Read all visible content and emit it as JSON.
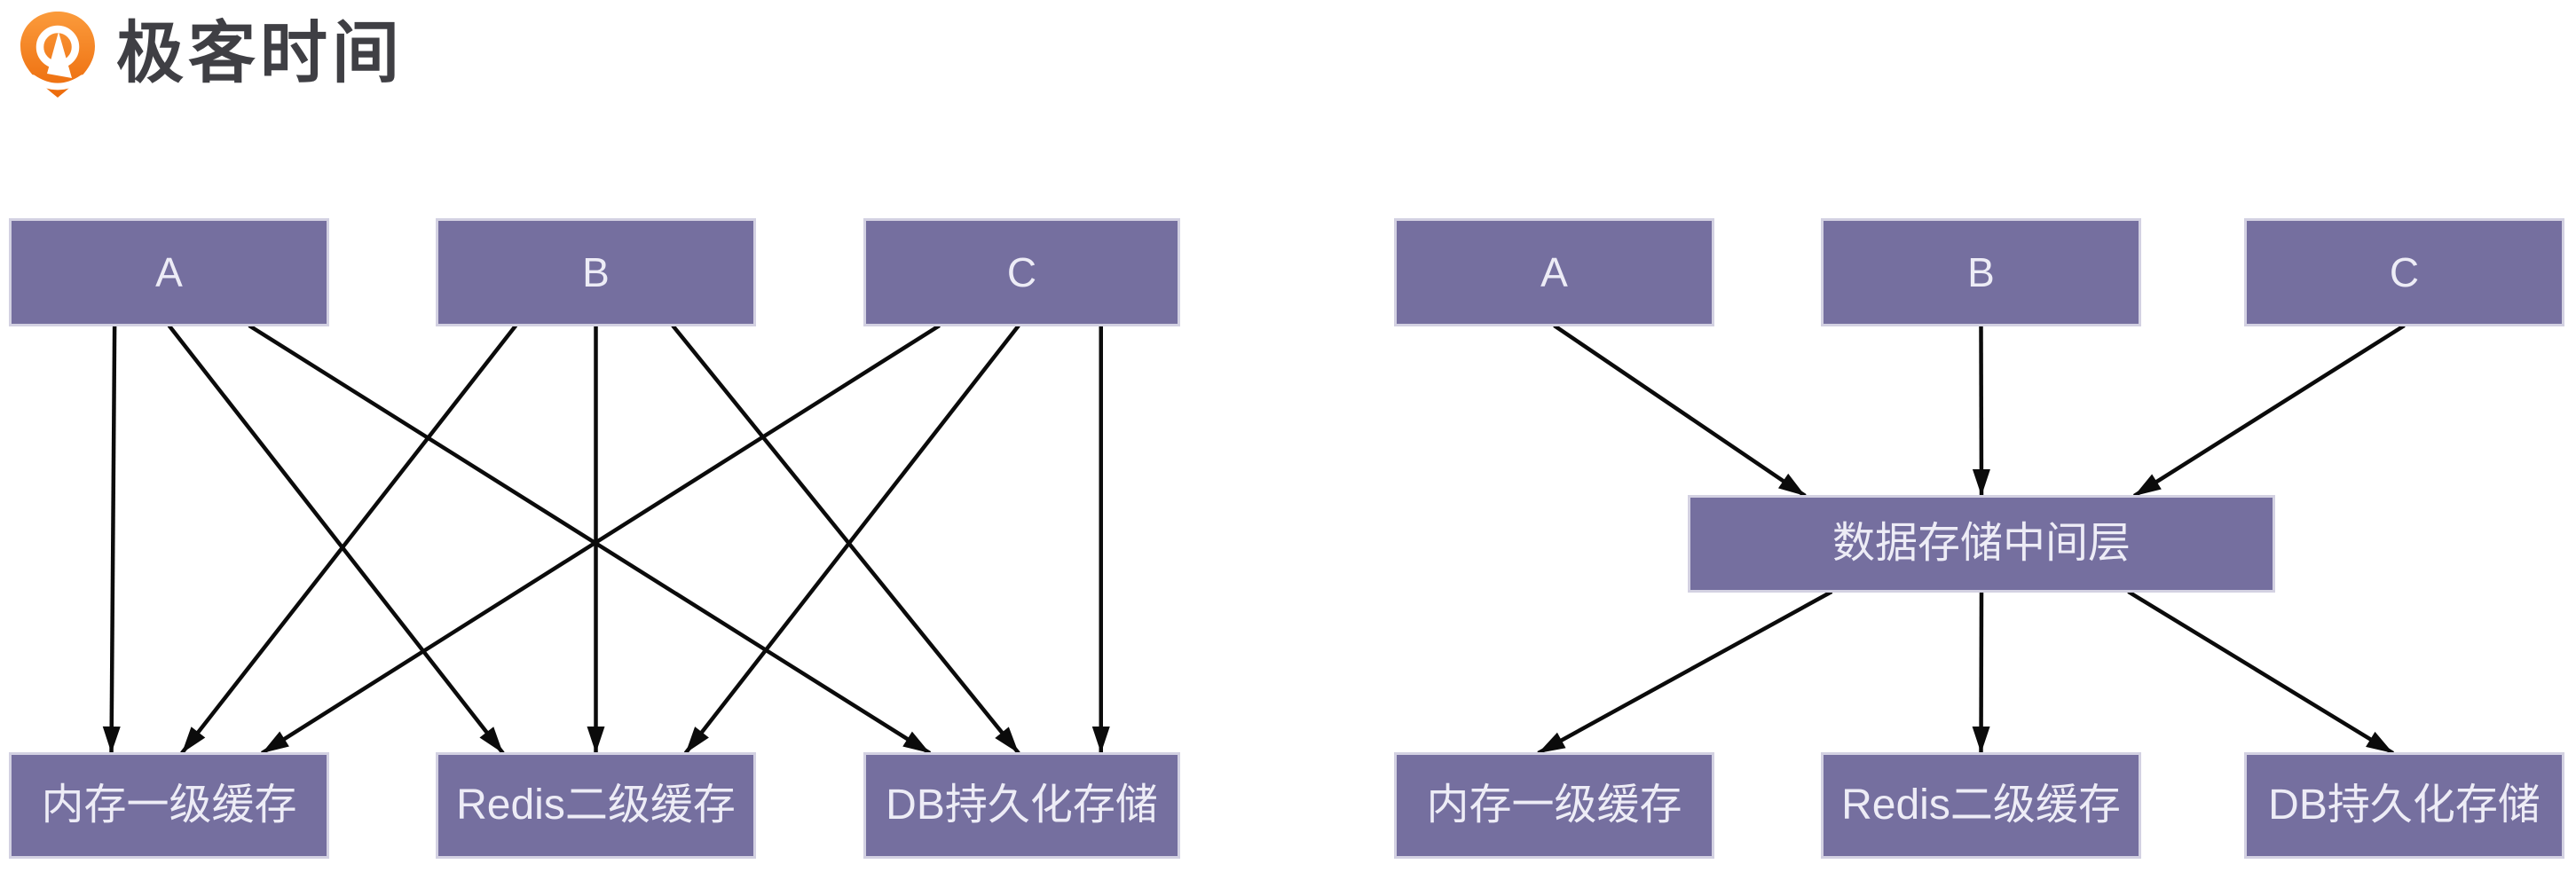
{
  "header": {
    "logo_text": "极客时间"
  },
  "colors": {
    "box_fill": "#756F9F",
    "box_border": "#D3D1E2",
    "box_text": "#EDECF6",
    "arrow": "#0B0B0B",
    "logo_orange_top": "#FB9B3C",
    "logo_orange_bottom": "#EC6A0A",
    "logo_text_color": "#3F3F44"
  },
  "nodes": {
    "l_top_a": {
      "label": "A"
    },
    "l_top_b": {
      "label": "B"
    },
    "l_top_c": {
      "label": "C"
    },
    "l_bot_1": {
      "label": "内存一级缓存"
    },
    "l_bot_2": {
      "label": "Redis二级缓存"
    },
    "l_bot_3": {
      "label": "DB持久化存储"
    },
    "r_top_a": {
      "label": "A"
    },
    "r_top_b": {
      "label": "B"
    },
    "r_top_c": {
      "label": "C"
    },
    "r_mid": {
      "label": "数据存储中间层"
    },
    "r_bot_1": {
      "label": "内存一级缓存"
    },
    "r_bot_2": {
      "label": "Redis二级缓存"
    },
    "r_bot_3": {
      "label": "DB持久化存储"
    }
  },
  "edges": [
    {
      "from": "l_top_a",
      "to": "l_bot_1",
      "from_anchor": 0.33,
      "to_anchor": 0.32
    },
    {
      "from": "l_top_a",
      "to": "l_bot_2",
      "from_anchor": 0.5,
      "to_anchor": 0.21
    },
    {
      "from": "l_top_a",
      "to": "l_bot_3",
      "from_anchor": 0.75,
      "to_anchor": 0.21
    },
    {
      "from": "l_top_b",
      "to": "l_bot_1",
      "from_anchor": 0.25,
      "to_anchor": 0.54
    },
    {
      "from": "l_top_b",
      "to": "l_bot_2",
      "from_anchor": 0.5,
      "to_anchor": 0.5
    },
    {
      "from": "l_top_b",
      "to": "l_bot_3",
      "from_anchor": 0.74,
      "to_anchor": 0.49
    },
    {
      "from": "l_top_c",
      "to": "l_bot_1",
      "from_anchor": 0.24,
      "to_anchor": 0.79
    },
    {
      "from": "l_top_c",
      "to": "l_bot_2",
      "from_anchor": 0.49,
      "to_anchor": 0.78
    },
    {
      "from": "l_top_c",
      "to": "l_bot_3",
      "from_anchor": 0.75,
      "to_anchor": 0.75
    },
    {
      "from": "r_top_a",
      "to": "r_mid",
      "from_anchor": 0.5,
      "to_anchor": 0.2
    },
    {
      "from": "r_top_b",
      "to": "r_mid",
      "from_anchor": 0.5,
      "to_anchor": 0.5
    },
    {
      "from": "r_top_c",
      "to": "r_mid",
      "from_anchor": 0.5,
      "to_anchor": 0.76
    },
    {
      "from": "r_mid",
      "to": "r_bot_1",
      "from_anchor": 0.245,
      "to_anchor": 0.45
    },
    {
      "from": "r_mid",
      "to": "r_bot_2",
      "from_anchor": 0.5,
      "to_anchor": 0.5
    },
    {
      "from": "r_mid",
      "to": "r_bot_3",
      "from_anchor": 0.75,
      "to_anchor": 0.465
    }
  ]
}
